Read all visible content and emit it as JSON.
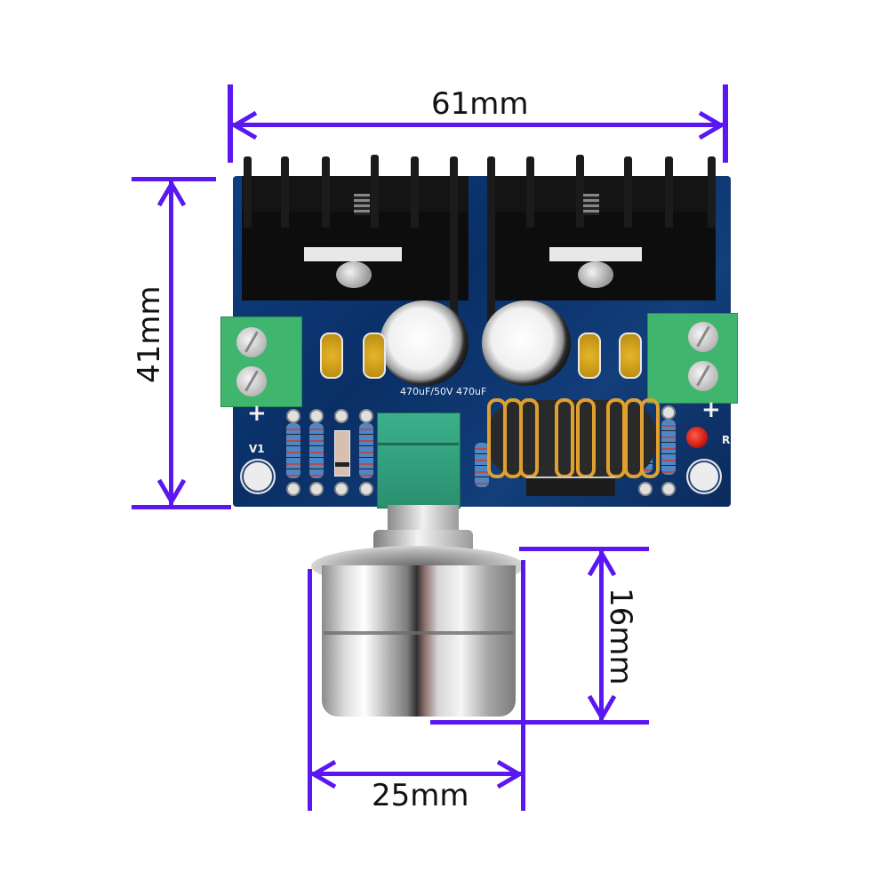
{
  "figure": {
    "subject": "DC-DC step-down buck converter module with potentiometer knob",
    "dimension_color": "#5b17f2",
    "pcb_color": "#0d3f80"
  },
  "dimensions": {
    "width": {
      "label": "61mm",
      "orientation": "horizontal",
      "refers_to": "board width"
    },
    "height": {
      "label": "41mm",
      "orientation": "vertical",
      "refers_to": "board height"
    },
    "knob_height": {
      "label": "16mm",
      "orientation": "vertical",
      "refers_to": "knob height"
    },
    "knob_diameter": {
      "label": "25mm",
      "orientation": "horizontal",
      "refers_to": "knob diameter"
    }
  },
  "board": {
    "capacitor_marking": "470uF/50V 470uF",
    "silkscreen": {
      "left_plus": "+",
      "right_plus": "+",
      "mount_hole_label": "V1",
      "led_label": "R"
    }
  }
}
